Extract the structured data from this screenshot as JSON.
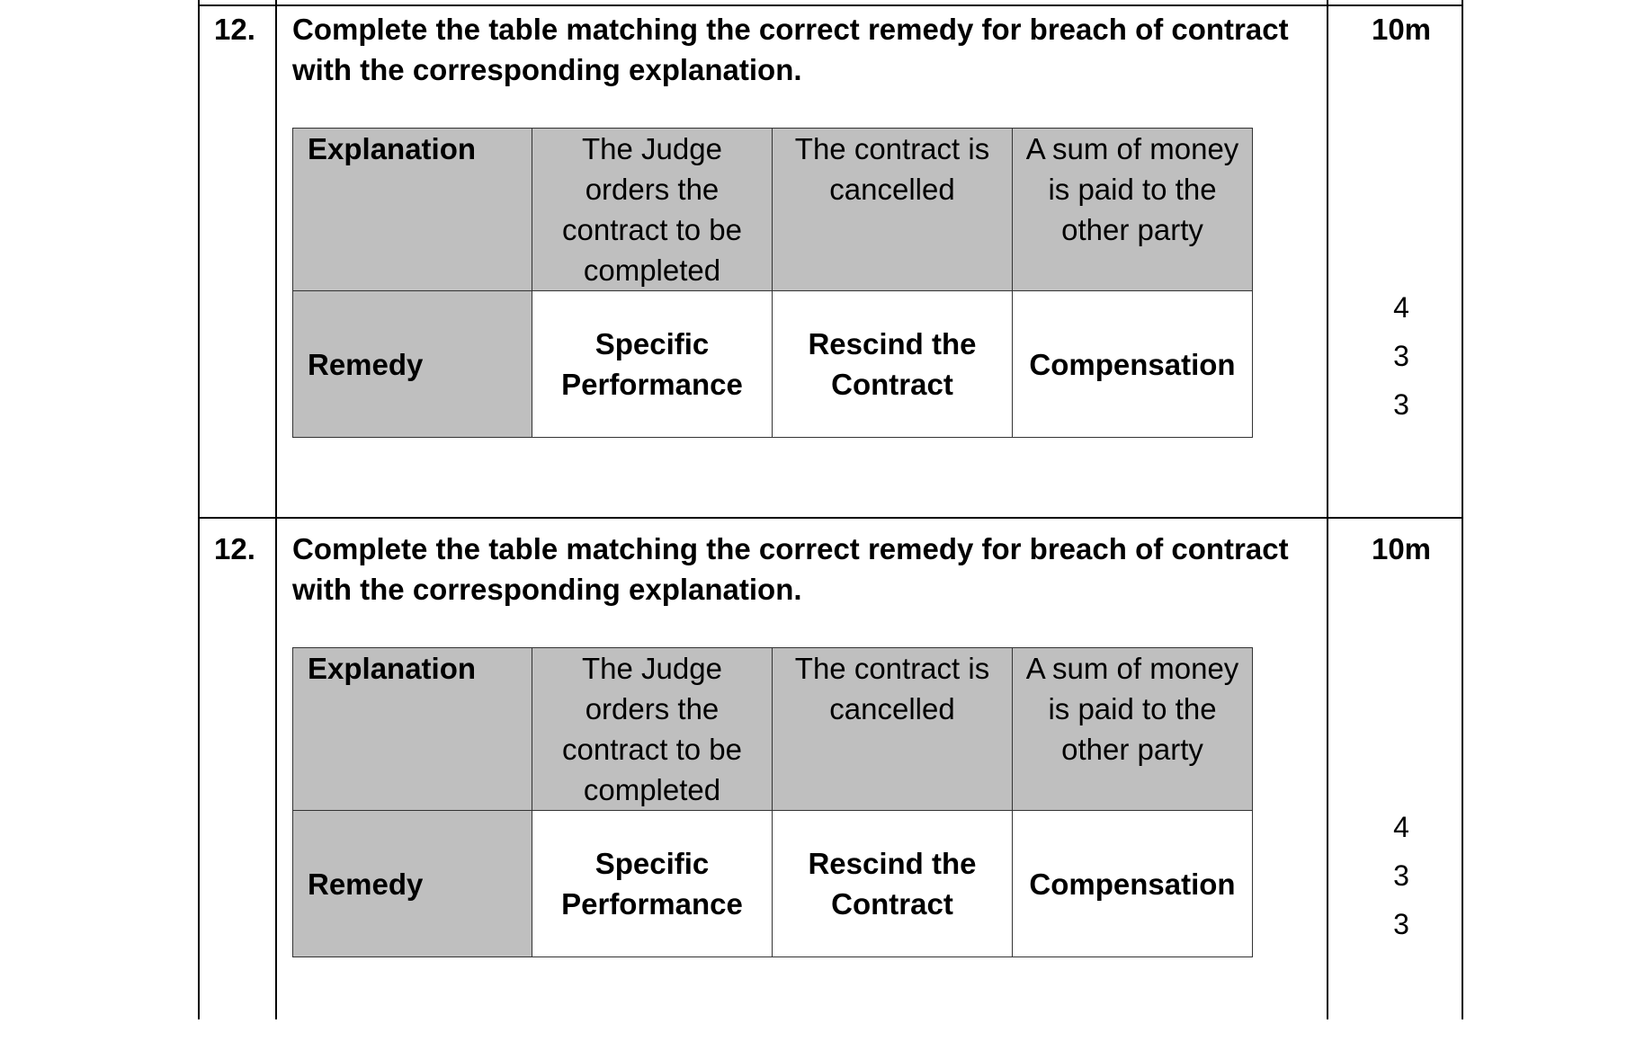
{
  "questions": [
    {
      "number": "12.",
      "text": "Complete the table matching the correct remedy for breach of contract with the corresponding explanation.",
      "marks": "10m",
      "table": {
        "row_labels": [
          "Explanation",
          "Remedy"
        ],
        "explanations": [
          "The Judge orders the contract to be completed",
          "The contract is cancelled",
          "A sum of money is paid to the other party"
        ],
        "remedies": [
          [
            "Specific",
            "Performance"
          ],
          [
            "Rescind the",
            "Contract"
          ],
          [
            "Compensation"
          ]
        ]
      },
      "allocation": [
        "4",
        "3",
        "3"
      ]
    },
    {
      "number": "12.",
      "text": "Complete the table matching the correct remedy for breach of contract with the corresponding explanation.",
      "marks": "10m",
      "table": {
        "row_labels": [
          "Explanation",
          "Remedy"
        ],
        "explanations": [
          "The Judge orders the contract to be completed",
          "The contract is cancelled",
          "A sum of money is paid to the other party"
        ],
        "remedies": [
          [
            "Specific",
            "Performance"
          ],
          [
            "Rescind the",
            "Contract"
          ],
          [
            "Compensation"
          ]
        ]
      },
      "allocation": [
        "4",
        "3",
        "3"
      ]
    }
  ]
}
